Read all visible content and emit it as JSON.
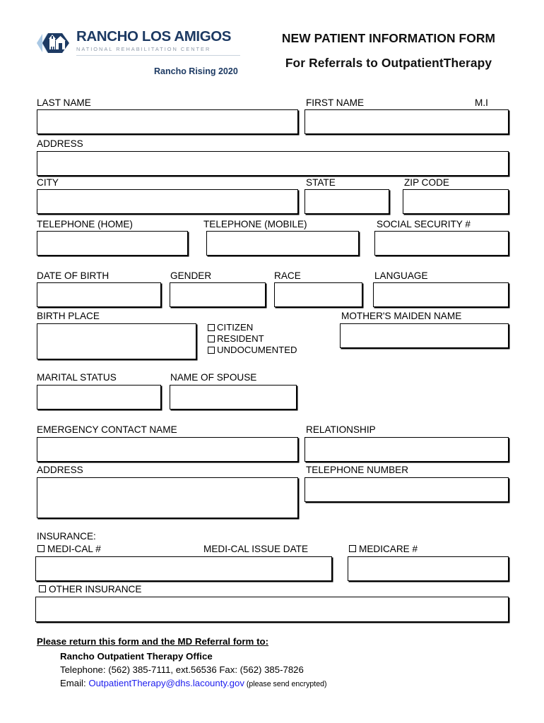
{
  "header": {
    "logo": {
      "icon": "mission-building-hexagon-logo",
      "title": "RANCHO LOS AMIGOS",
      "subtitle": "NATIONAL REHABILITATION CENTER",
      "tagline": "Rancho Rising 2020",
      "brand_color": "#1d3a63"
    },
    "title_line1": "NEW PATIENT INFORMATION FORM",
    "title_line2": "For Referrals to OutpatientTherapy"
  },
  "fields": {
    "last_name": "LAST NAME",
    "first_name": "FIRST NAME",
    "middle_initial": "M.I",
    "address": "ADDRESS",
    "city": "CITY",
    "state": "STATE",
    "zip_code": "ZIP CODE",
    "telephone_home": "TELEPHONE (HOME)",
    "telephone_mobile": "TELEPHONE (MOBILE)",
    "social_security": "SOCIAL SECURITY #",
    "date_of_birth": "DATE OF BIRTH",
    "gender": "GENDER",
    "race": "RACE",
    "language": "LANGUAGE",
    "birth_place": "BIRTH PLACE",
    "mothers_maiden_name": "MOTHER'S MAIDEN NAME",
    "marital_status": "MARITAL STATUS",
    "name_of_spouse": "NAME OF SPOUSE",
    "emergency_contact_name": "EMERGENCY CONTACT NAME",
    "relationship": "RELATIONSHIP",
    "emergency_address": "ADDRESS",
    "telephone_number": "TELEPHONE NUMBER"
  },
  "status_checkboxes": [
    {
      "label": "CITIZEN",
      "checked": false
    },
    {
      "label": "RESIDENT",
      "checked": false
    },
    {
      "label": "UNDOCUMENTED",
      "checked": false
    }
  ],
  "insurance": {
    "heading": "INSURANCE:",
    "medi_cal": {
      "label": "MEDI-CAL #",
      "checked": false
    },
    "medi_cal_issue_date": "MEDI-CAL ISSUE DATE",
    "medicare": {
      "label": "MEDICARE #",
      "checked": false
    },
    "other_insurance": {
      "label": "OTHER INSURANCE",
      "checked": false
    }
  },
  "footer": {
    "return_instruction": "Please return this form and the MD Referral form to:",
    "office_name": "Rancho Outpatient Therapy Office",
    "telephone_line": "Telephone: (562) 385-7111, ext.56536    Fax: (562) 385-7826",
    "email_prefix": "Email: ",
    "email_address": "OutpatientTherapy@dhs.lacounty.gov",
    "email_note": " (please send encrypted)",
    "email_color": "#2020ee"
  }
}
